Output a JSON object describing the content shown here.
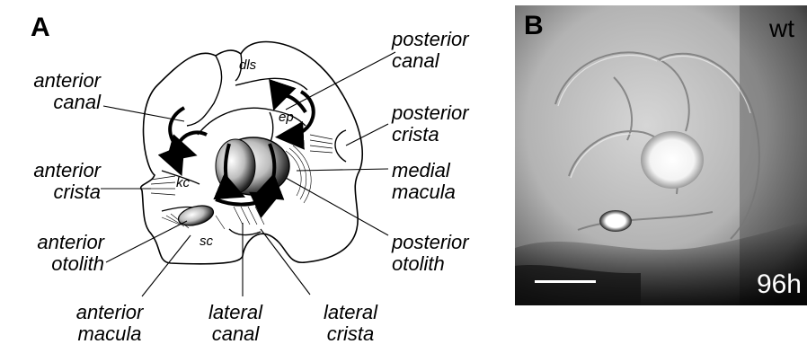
{
  "panel_a": {
    "letter": "A",
    "labels": {
      "anterior_canal": [
        "anterior",
        "canal"
      ],
      "anterior_crista": [
        "anterior",
        "crista"
      ],
      "anterior_otolith": [
        "anterior",
        "otolith"
      ],
      "anterior_macula": [
        "anterior",
        "macula"
      ],
      "lateral_canal": [
        "lateral",
        "canal"
      ],
      "lateral_crista": [
        "lateral",
        "crista"
      ],
      "posterior_canal": [
        "posterior",
        "canal"
      ],
      "posterior_crista": [
        "posterior",
        "crista"
      ],
      "medial_macula": [
        "medial",
        "macula"
      ],
      "posterior_otolith": [
        "posterior",
        "otolith"
      ]
    },
    "abbreviations": {
      "dls": "dls",
      "ep": "ep",
      "kc": "kc",
      "sc": "sc"
    }
  },
  "panel_b": {
    "letter": "B",
    "genotype": "wt",
    "timepoint": "96h"
  }
}
